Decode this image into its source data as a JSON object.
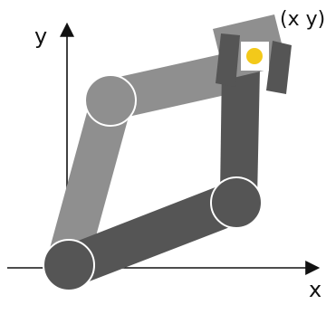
{
  "labels": {
    "y_axis": "y",
    "x_axis": "x",
    "end_effector": "(x y)"
  },
  "colors": {
    "background": "#ffffff",
    "axis": "#111111",
    "light_link": "#8f8f8f",
    "dark_link": "#555555",
    "joint_fill": "#555555",
    "joint_light_fill": "#8f8f8f",
    "joint_stroke": "#ffffff",
    "gripper_light": "#8f8f8f",
    "gripper_dark": "#555555",
    "target_outer": "#ffffff",
    "target_inner": "#f3c91a"
  }
}
